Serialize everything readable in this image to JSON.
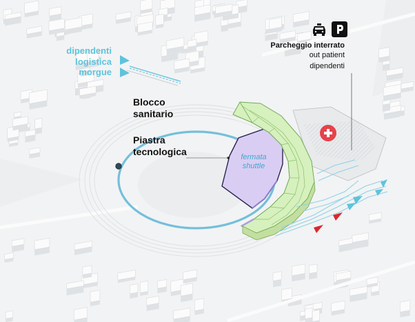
{
  "labels": {
    "staff_access": [
      "dipendenti",
      "logistica",
      "morgue"
    ],
    "blocco": [
      "Blocco",
      "sanitario"
    ],
    "piastra": [
      "Piastra",
      "tecnologica"
    ],
    "parking_title": "Parcheggio interrato",
    "parking_sub": [
      "out patient",
      "dipendenti"
    ],
    "shuttle": [
      "fermata",
      "shuttle"
    ]
  },
  "icons": [
    "taxi-icon",
    "parking-icon",
    "hospital-cross-icon",
    "arrow-icon"
  ],
  "colors": {
    "background": "#f2f3f4",
    "cyan": "#5ec3dc",
    "ellipse": "#74bfdb",
    "shuttle_zone": "#d9cdf3",
    "shuttle_outline": "#2b2450",
    "hospital_green": "#d6f1bd",
    "hospital_stroke": "#74a95a",
    "entry_red": "#d9282d",
    "cross_red": "#e5434b",
    "text": "#111111"
  }
}
